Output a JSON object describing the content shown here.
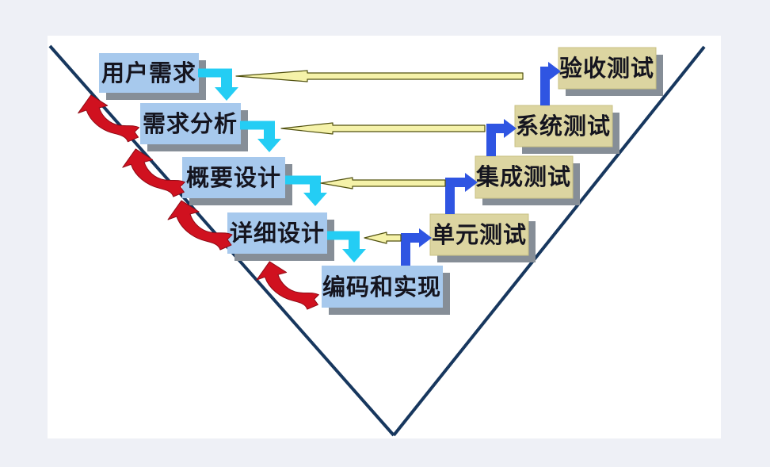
{
  "v_model": {
    "dev_stages": [
      {
        "label": "用户需求"
      },
      {
        "label": "需求分析"
      },
      {
        "label": "概要设计"
      },
      {
        "label": "详细设计"
      },
      {
        "label": "编码和实现"
      }
    ],
    "test_stages": [
      {
        "label": "验收测试"
      },
      {
        "label": "系统测试"
      },
      {
        "label": "集成测试"
      },
      {
        "label": "单元测试"
      }
    ],
    "arrows": {
      "design_flow": [
        {
          "from": "用户需求",
          "to": "需求分析"
        },
        {
          "from": "需求分析",
          "to": "概要设计"
        },
        {
          "from": "概要设计",
          "to": "详细设计"
        },
        {
          "from": "详细设计",
          "to": "编码和实现"
        }
      ],
      "test_escalation": [
        {
          "from": "编码和实现",
          "to": "单元测试"
        },
        {
          "from": "单元测试",
          "to": "集成测试"
        },
        {
          "from": "集成测试",
          "to": "系统测试"
        },
        {
          "from": "系统测试",
          "to": "验收测试"
        }
      ],
      "verification_links": [
        {
          "from": "验收测试",
          "to": "用户需求"
        },
        {
          "from": "系统测试",
          "to": "需求分析"
        },
        {
          "from": "集成测试",
          "to": "概要设计"
        },
        {
          "from": "单元测试",
          "to": "详细设计"
        }
      ],
      "feedback_loop_count": 4
    },
    "colors": {
      "page_bg": "#eef0f6",
      "stage_bg": "#ffffff",
      "v_line": "#17375e",
      "dev_box": "#a7c9ed",
      "test_box": "#dcd5a1",
      "box_shadow": "#868e97",
      "flow_arrow": "#24cdf4",
      "escalation_arrow": "#2f55e2",
      "verify_arrow_fill": "#f5f2a9",
      "verify_arrow_stroke": "#50500e",
      "feedback_arrow": "#d0111f",
      "label_text": "#15151f"
    }
  }
}
